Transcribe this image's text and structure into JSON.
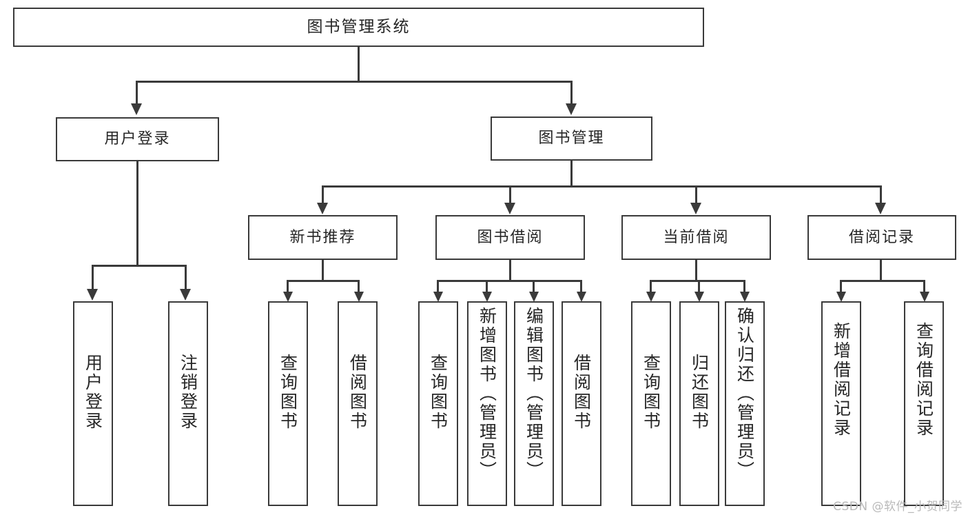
{
  "diagram": {
    "title": "图书管理系统",
    "watermark": "CSDN @软件_小贺同学",
    "levels": {
      "root": "图书管理系统",
      "branches": [
        "用户登录",
        "图书管理"
      ],
      "groups": [
        "新书推荐",
        "图书借阅",
        "当前借阅",
        "借阅记录"
      ]
    },
    "nodes": {
      "root": {
        "label": "图书管理系统"
      },
      "user_login": {
        "label": "用户登录"
      },
      "book_manage": {
        "label": "图书管理"
      },
      "new_book_rec": {
        "label": "新书推荐"
      },
      "book_borrow": {
        "label": "图书借阅"
      },
      "current_borrow": {
        "label": "当前借阅"
      },
      "borrow_record": {
        "label": "借阅记录"
      },
      "leaf_user_login": {
        "label": "用户登录"
      },
      "leaf_logout": {
        "label": "注销登录"
      },
      "leaf_query_book_1": {
        "label": "查询图书"
      },
      "leaf_borrow_book_1": {
        "label": "借阅图书"
      },
      "leaf_query_book_2": {
        "label": "查询图书"
      },
      "leaf_add_book": {
        "label": "新增图书（管理员）"
      },
      "leaf_edit_book": {
        "label": "编辑图书（管理员）"
      },
      "leaf_borrow_book_2": {
        "label": "借阅图书"
      },
      "leaf_query_book_3": {
        "label": "查询图书"
      },
      "leaf_return_book": {
        "label": "归还图书"
      },
      "leaf_confirm_return": {
        "label": "确认归还（管理员）"
      },
      "leaf_add_record": {
        "label": "新增借阅记录"
      },
      "leaf_query_record": {
        "label": "查询借阅记录"
      }
    },
    "colors": {
      "stroke": "#3a3a3a",
      "fill": "#ffffff",
      "text": "#262626",
      "watermark": "#b9b9b9"
    }
  }
}
